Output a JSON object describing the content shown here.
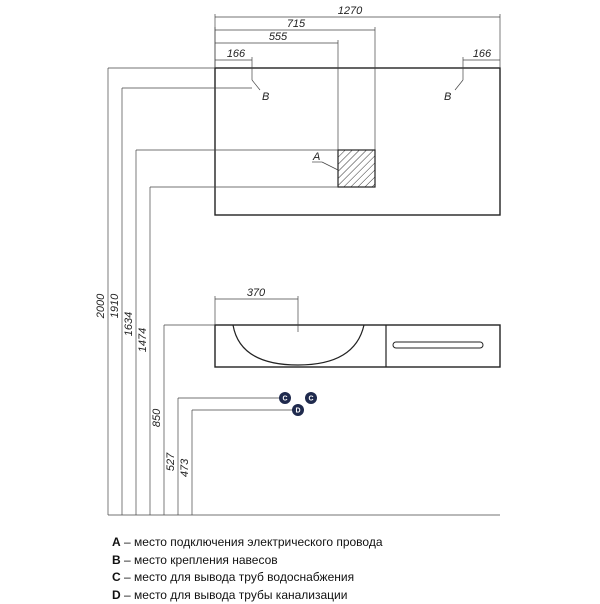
{
  "dimensions": {
    "top_width": "1270",
    "a_offset": "715",
    "a_inner": "555",
    "b_left": "166",
    "b_right": "166",
    "sink_center": "370",
    "h_2000": "2000",
    "h_1910": "1910",
    "h_1634": "1634",
    "h_1474": "1474",
    "h_850": "850",
    "h_527": "527",
    "h_473": "473"
  },
  "callouts": {
    "a": "A",
    "b_left": "B",
    "b_right": "B",
    "c_left": "C",
    "c_right": "C",
    "d": "D"
  },
  "legend": [
    {
      "key": "A",
      "text": " – место подключения электрического провода"
    },
    {
      "key": "B",
      "text": " – место крепления навесов"
    },
    {
      "key": "C",
      "text": " – место для вывода труб водоснабжения"
    },
    {
      "key": "D",
      "text": " – место для вывода трубы канализации"
    }
  ],
  "colors": {
    "line": "#222222",
    "pipe_marker": "#1f2a4d"
  }
}
